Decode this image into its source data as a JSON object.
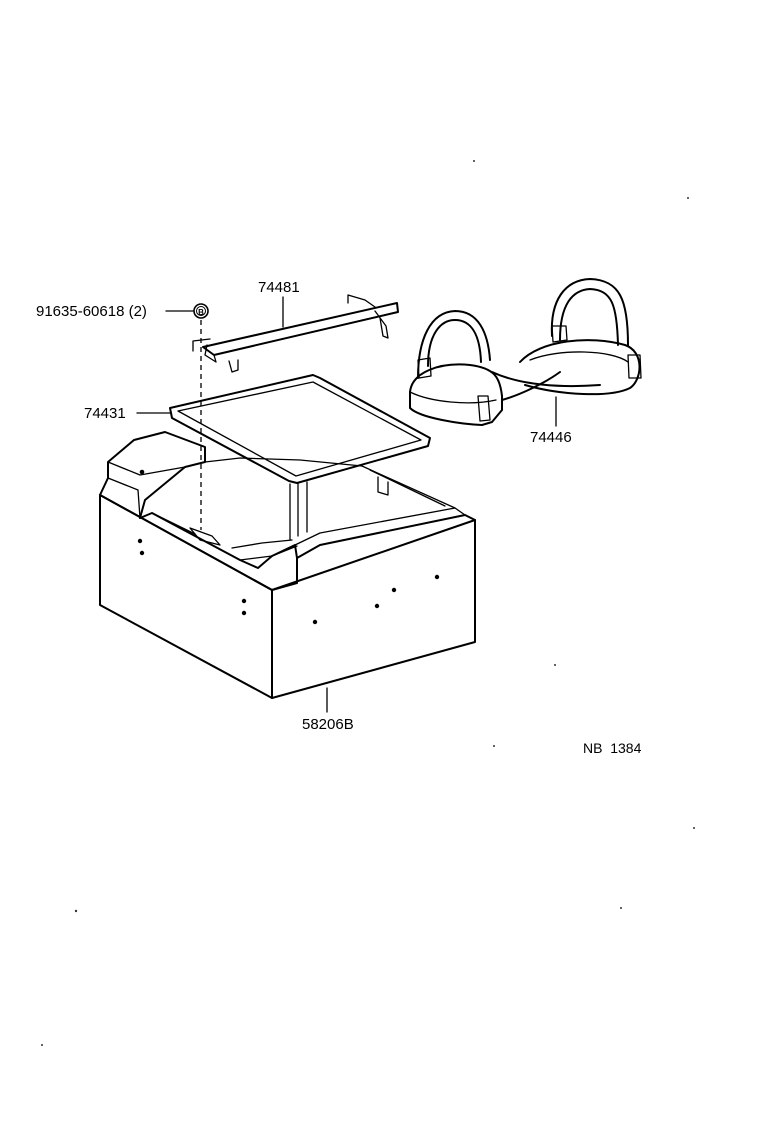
{
  "parts": {
    "bolt": "91635-60618 (2)",
    "bolt_symbol": "B",
    "bracket": "74481",
    "frame": "74431",
    "strap": "74446",
    "box": "58206B"
  },
  "footer": {
    "code": "NB  1384"
  }
}
